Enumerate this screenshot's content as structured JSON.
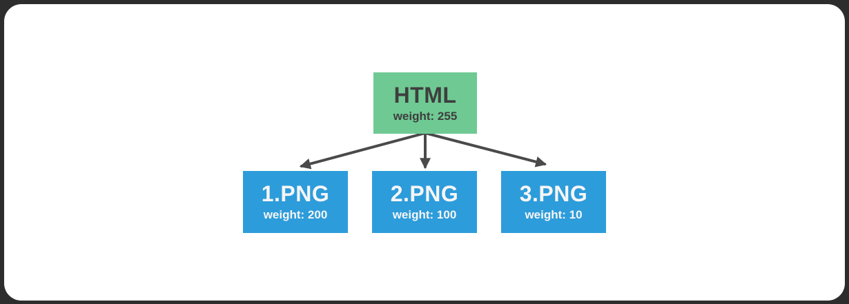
{
  "page": {
    "background_color": "#2D2D2D",
    "card_background_color": "#FFFFFF"
  },
  "diagram": {
    "arrow_color": "#4A4A4A",
    "root": {
      "title": "HTML",
      "weight": "weight: 255",
      "fill_color": "#6FC993",
      "text_color": "#3E3E3E"
    },
    "children": [
      {
        "title": "1.PNG",
        "weight": "weight: 200",
        "fill_color": "#2D9CDB",
        "text_color": "#F6F6F6"
      },
      {
        "title": "2.PNG",
        "weight": "weight: 100",
        "fill_color": "#2D9CDB",
        "text_color": "#F6F6F6"
      },
      {
        "title": "3.PNG",
        "weight": "weight: 10",
        "fill_color": "#2D9CDB",
        "text_color": "#F6F6F6"
      }
    ]
  }
}
